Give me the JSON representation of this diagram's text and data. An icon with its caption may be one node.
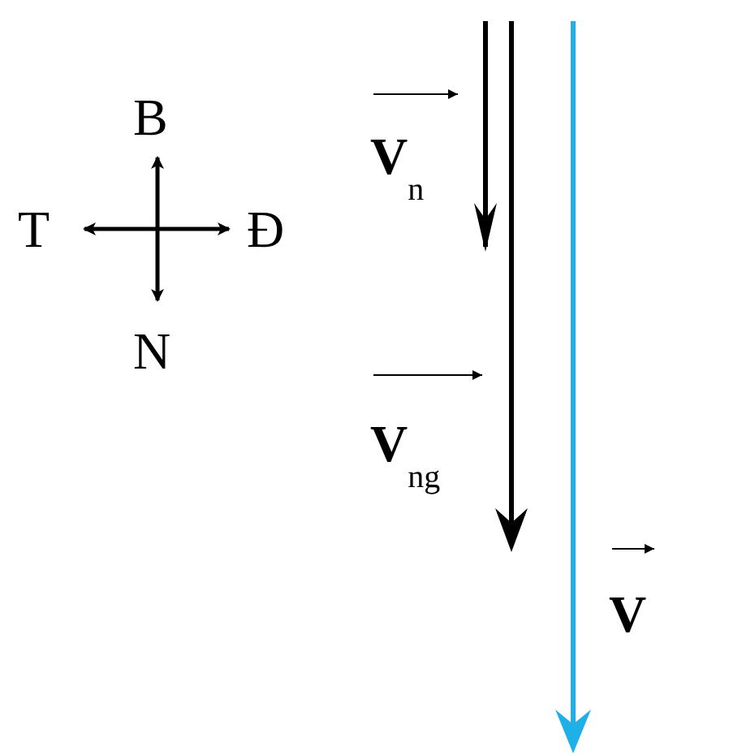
{
  "diagram": {
    "labels": [
      "B",
      "T",
      "Đ",
      "N",
      "V$_{n}$",
      "V$_{ng}$",
      "V"
    ]
  }
}
